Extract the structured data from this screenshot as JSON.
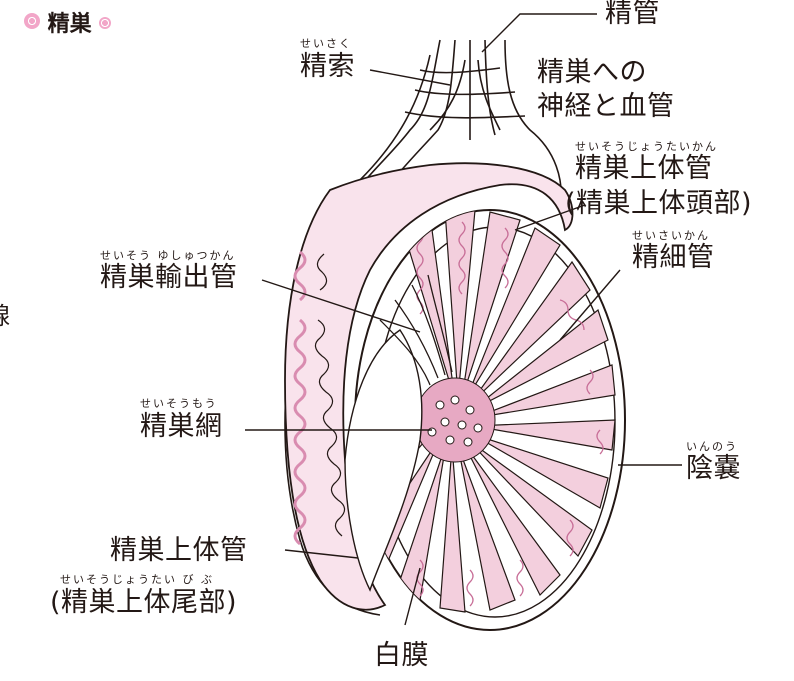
{
  "title": "精巣",
  "edge_glyph": "腺",
  "labels": {
    "vas_deferens": "精管",
    "spermatic_cord": {
      "text": "精索",
      "ruby": "せいさく"
    },
    "nerves_vessels_line1": "精巣への",
    "nerves_vessels_line2": "神経と血管",
    "epididymis_head": {
      "text": "精巣上体管",
      "ruby": "せいそうじょうたいかん",
      "sub": "(精巣上体頭部)"
    },
    "seminiferous_tubule": {
      "text": "精細管",
      "ruby": "せいさいかん"
    },
    "efferent_ductules": {
      "text": "精巣輸出管",
      "ruby": "せいそう ゆしゅつかん"
    },
    "rete_testis": {
      "text": "精巣網",
      "ruby": "せいそうもう"
    },
    "scrotum": {
      "text": "陰嚢",
      "ruby": "いんのう"
    },
    "epididymis_tail": {
      "text": "精巣上体管",
      "sub": "(精巣上体尾部)",
      "ruby": "せいそうじょうたい び ぶ"
    },
    "tunica_albuginea": "白膜"
  },
  "colors": {
    "ink": "#231815",
    "tubule_pink": "#e7a9c3",
    "tubule_pink_light": "#f3cfdd",
    "accent_dot": "#f2a6c8",
    "background": "#ffffff"
  },
  "icons": {
    "title_bullet": "pink-dot-icon"
  }
}
